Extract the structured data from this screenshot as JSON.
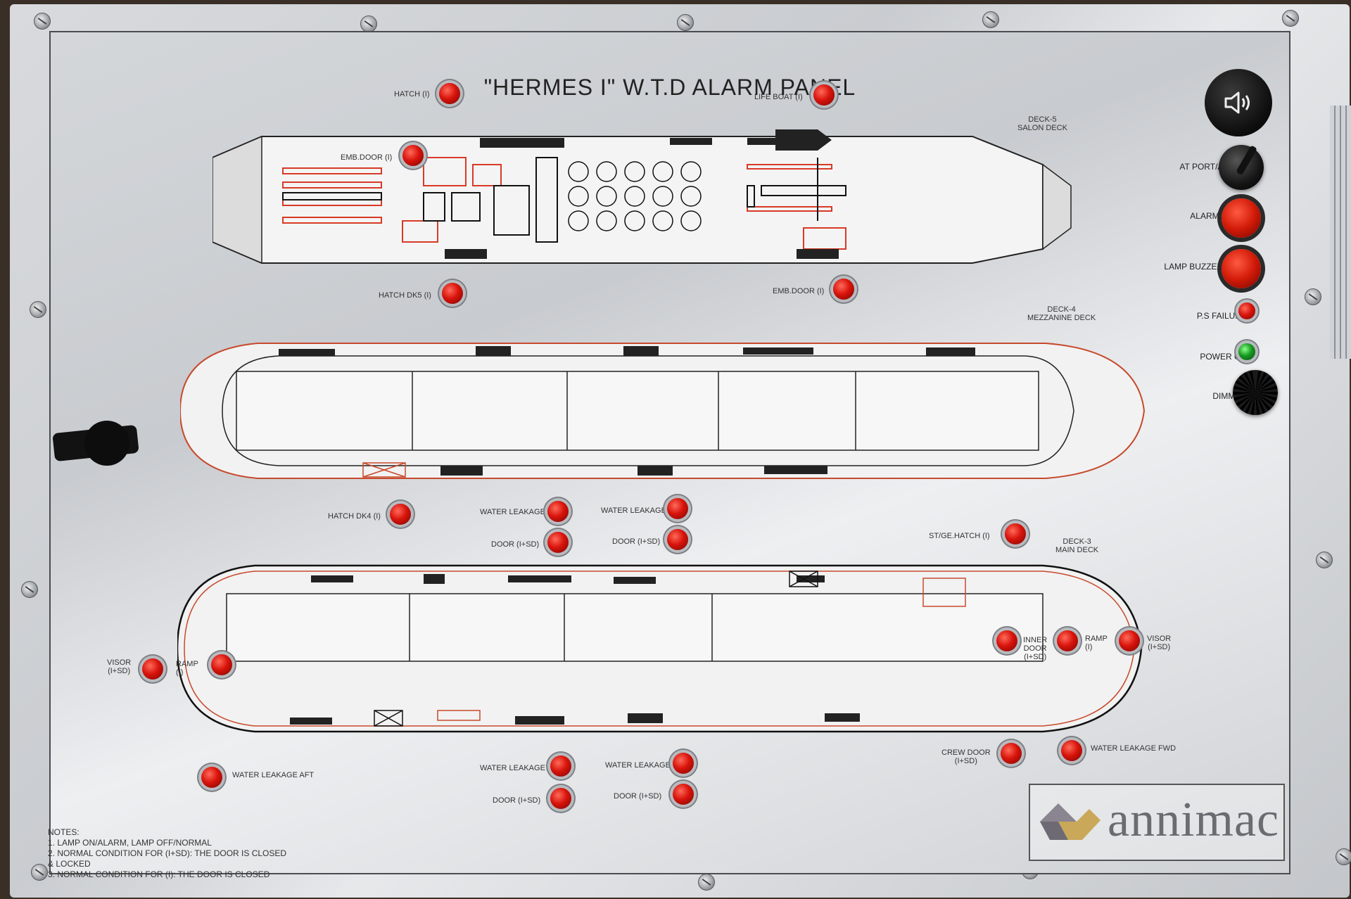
{
  "panel_title": "\"HERMES I\" W.T.D ALARM PANEL",
  "deck_labels": {
    "deck5": "DECK-5\nSALON DECK",
    "deck4": "DECK-4\nMEZZANINE DECK",
    "deck3": "DECK-3\nMAIN DECK"
  },
  "lamp_labels": {
    "hatch1": "HATCH (I)",
    "lifeboat": "LIFE BOAT (I)",
    "emb_door_aft": "EMB.DOOR (I)",
    "hatch_dk5": "HATCH DK5 (I)",
    "emb_door_fwd": "EMB.DOOR (I)",
    "hatch_dk4": "HATCH DK4 (I)",
    "water_leakage_1": "WATER LEAKAGE",
    "water_leakage_2": "WATER LEAKAGE",
    "door_1": "DOOR (I+SD)",
    "door_2": "DOOR (I+SD)",
    "st_ge_hatch": "ST/GE.HATCH (I)",
    "visor_aft": "VISOR\n(I+SD)",
    "ramp_aft": "RAMP\n(I)",
    "inner_door": "INNER\nDOOR\n(I+SD)",
    "ramp_fwd": "RAMP\n(I)",
    "visor_fwd": "VISOR\n(I+SD)",
    "water_leakage_aft": "WATER LEAKAGE AFT",
    "water_leakage_3": "WATER LEAKAGE",
    "water_leakage_4": "WATER LEAKAGE",
    "door_3": "DOOR (I+SD)",
    "door_4": "DOOR (I+SD)",
    "crew_door": "CREW DOOR\n(I+SD)",
    "water_leakage_fwd": "WATER LEAKAGE FWD"
  },
  "controls": {
    "buzzer": "BUZZER",
    "at_port_at_sea": "AT PORT/AT SEA",
    "alarm_ackn": "ALARM ACKN.",
    "lamp_buzzer_test": "LAMP BUZZER TEST",
    "ps_failure": "P.S FAILURE",
    "power_on": "POWER ON",
    "dimmer": "DIMMER"
  },
  "notes": "NOTES:\n1.  LAMP ON/ALARM, LAMP OFF/NORMAL\n2.  NORMAL CONDITION FOR (I+SD): THE DOOR IS CLOSED\n     & LOCKED\n3.  NORMAL CONDITION FOR (I): THE DOOR IS CLOSED",
  "logo": "annimac",
  "icons": {
    "buzzer_button": "speaker-icon",
    "logo_mark": "annimac-logo-icon"
  },
  "colors": {
    "lamp_red": "#d8140c",
    "lamp_green": "#159a20",
    "deck_line": "#d84a2a"
  }
}
